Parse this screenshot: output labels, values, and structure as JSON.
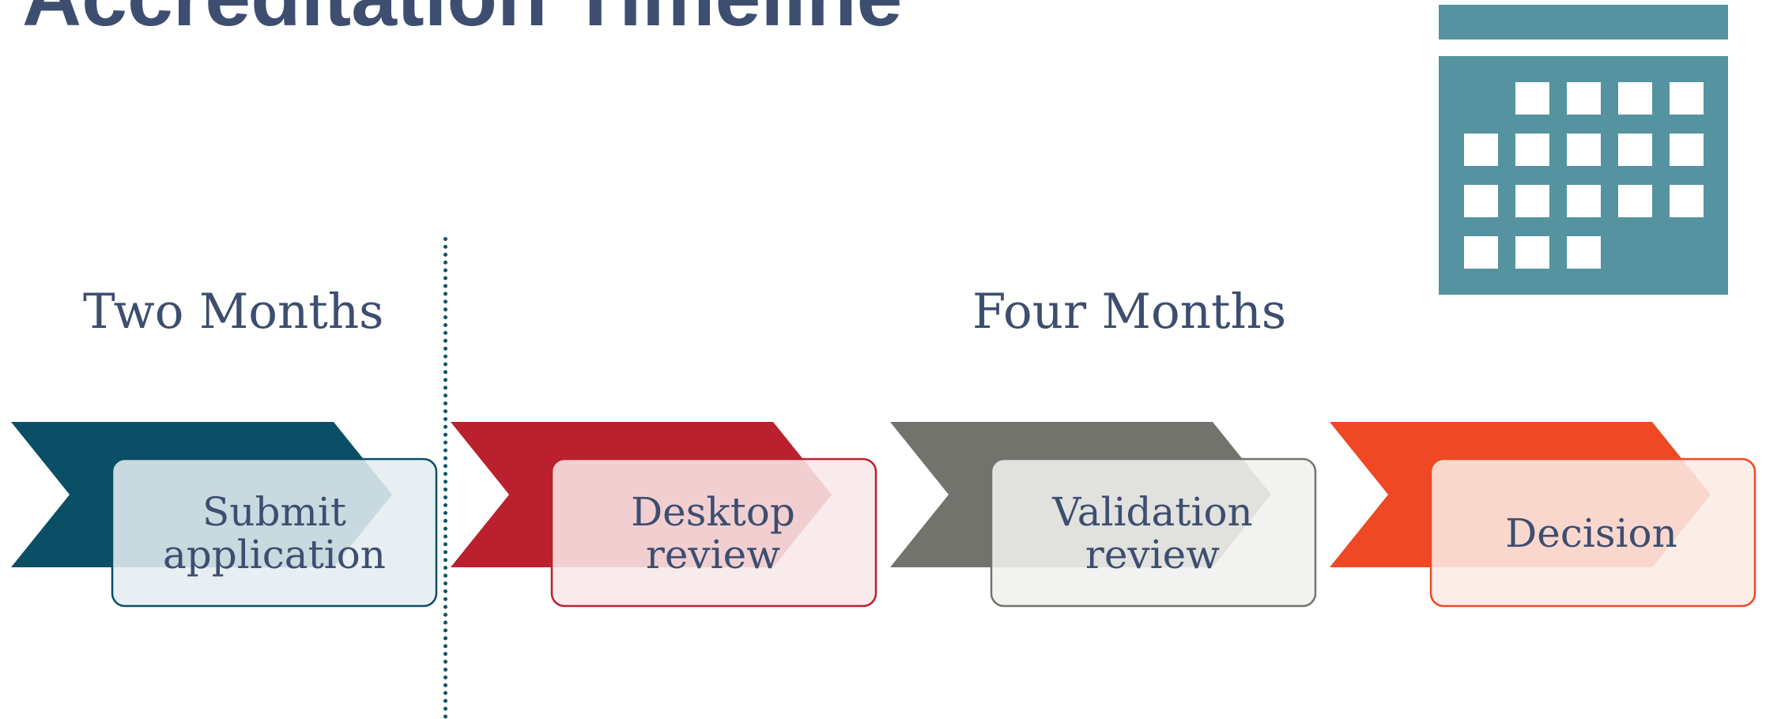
{
  "title": "Accreditation Timeline",
  "colors": {
    "title_text": "#3d4e70",
    "calendar": "#5593a0",
    "divider": "#0b5569"
  },
  "calendar_icon": "calendar-icon",
  "phases": [
    {
      "label": "Two Months"
    },
    {
      "label": "Four Months"
    }
  ],
  "steps": [
    {
      "label": "Submit\napplication",
      "color": "#0a4f66",
      "fill": "#e4edf1"
    },
    {
      "label": "Desktop\nreview",
      "color": "#bb202f",
      "fill": "#f8e7e8"
    },
    {
      "label": "Validation\nreview",
      "color": "#72736d",
      "fill": "#f0f0ee"
    },
    {
      "label": "Decision",
      "color": "#ee4824",
      "fill": "#fcebe5"
    }
  ]
}
